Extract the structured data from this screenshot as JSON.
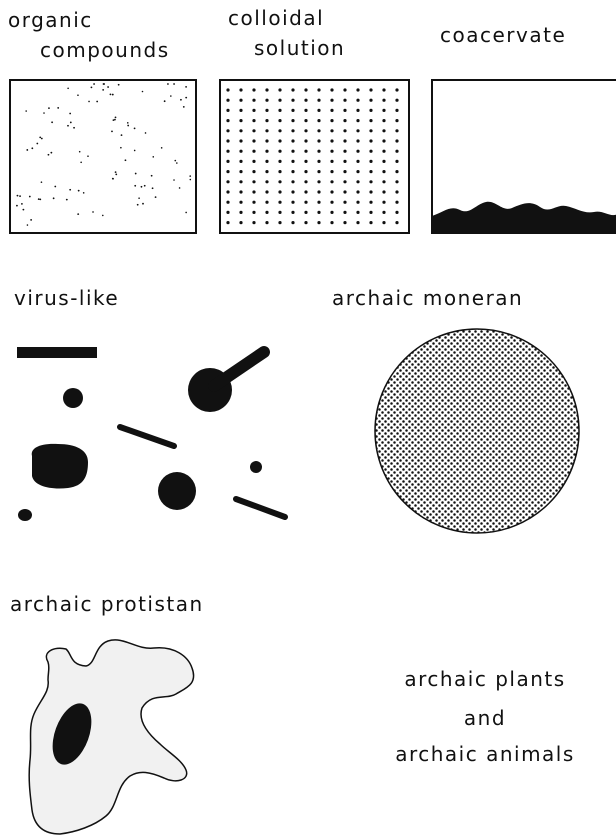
{
  "colors": {
    "ink": "#111111",
    "paper": "#ffffff",
    "cell_fill": "#f1f1f1"
  },
  "stages": {
    "organic_compounds": {
      "line1": "organic",
      "line2": "compounds"
    },
    "colloidal_solution": {
      "line1": "colloidal",
      "line2": "solution"
    },
    "coacervate": {
      "label": "coacervate"
    },
    "virus_like": {
      "label": "virus-like"
    },
    "archaic_moneran": {
      "label": "archaic moneran"
    },
    "archaic_protistan": {
      "label": "archaic protistan"
    },
    "plants_animals": {
      "line1": "archaic plants",
      "line2": "and",
      "line3": "archaic animals"
    }
  }
}
